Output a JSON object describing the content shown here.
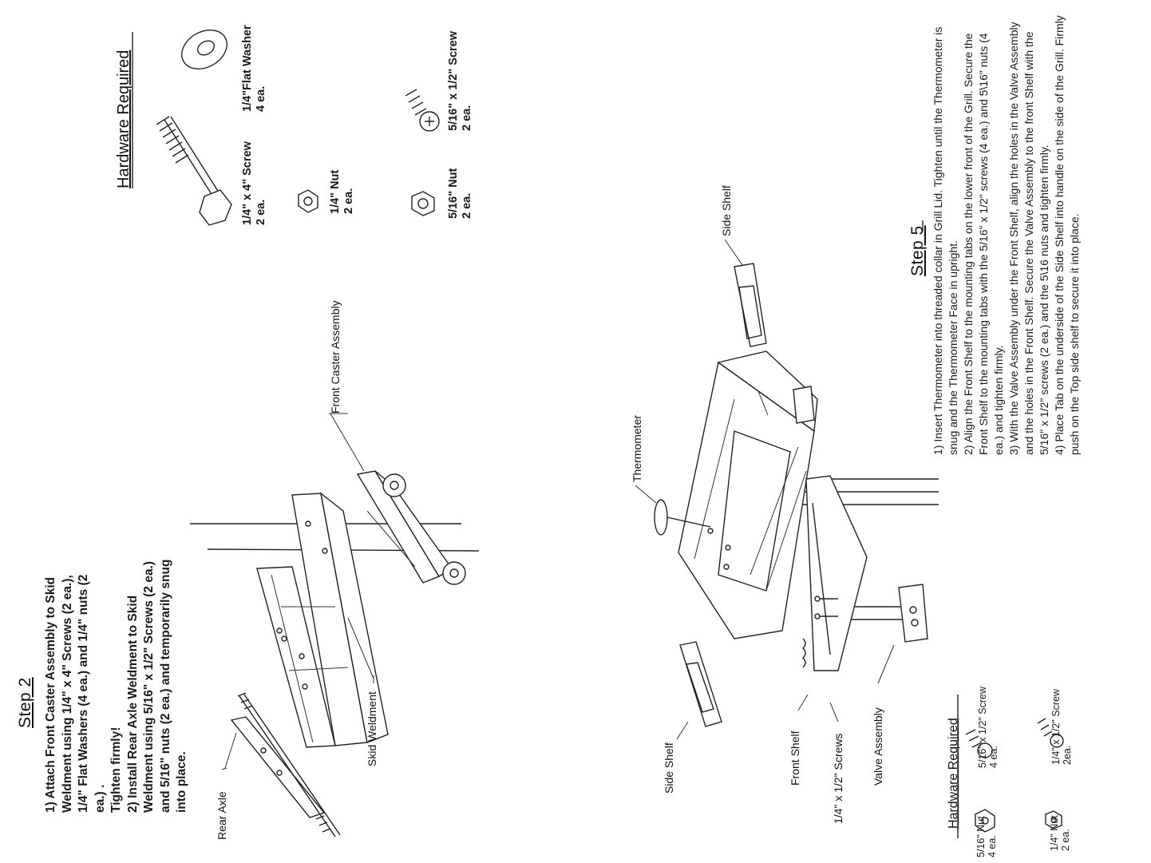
{
  "step2": {
    "title": "Step 2",
    "instructions": [
      "1) Attach Front Caster Assembly to Skid Weldment using 1/4\" x 4\" Screws (2 ea.), 1/4\" Flat Washers (4 ea.) and 1/4\" nuts (2 ea.) .",
      "Tighten firmly!",
      "2) Install Rear Axle Weldment to Skid Weldment using 5/16\" x 1/2\" Screws (2 ea.) and 5/16\" nuts (2 ea.) and temporarily snug into place."
    ],
    "labels": {
      "front_caster": "Front Caster Assembly",
      "skid_weldment": "Skid Weldment",
      "rear_axle": "Rear Axle"
    },
    "hardware": {
      "title": "Hardware Required",
      "items": [
        {
          "name": "1/4\" x 4\" Screw",
          "qty": "2 ea."
        },
        {
          "name": "1/4\"Flat Washer",
          "qty": "4 ea."
        },
        {
          "name": "1/4\" Nut",
          "qty": "2 ea."
        },
        {
          "name": "5/16\" Nut",
          "qty": "2 ea."
        },
        {
          "name": "5/16\" x 1/2\" Screw",
          "qty": "2 ea."
        }
      ]
    }
  },
  "step5": {
    "title": "Step 5",
    "instructions": [
      "1) Insert Thermometer into threaded collar in Grill Lid.  Tighten until the Thermometer is snug and the Thermometer Face in upright.",
      "2) Align the Front Shelf to the mounting tabs on the lower front of the Grill. Secure the Front Shelf to the mounting tabs with the 5/16\" x 1/2\" screws (4 ea.) and 5\\16\" nuts (4 ea.) and tighten firmly.",
      "3) With the Valve Assembly under the Front Shelf, align the holes in the Valve Assembly and the holes in the Front Shelf. Secure the Valve Assembly to the front Shelf with the 5/16\" x 1/2\" screws (2 ea.) and the 5\\16 nuts and tighten firmly.",
      "4) Place Tab on the underside of the Side Shelf into handle on the side of the Grill. Firmly push on the Top side shelf to secure it into place."
    ],
    "labels": {
      "thermometer": "Thermometer",
      "side_shelf_top": "Side Shelf",
      "side_shelf_bottom": "Side Shelf",
      "front_shelf": "Front Shelf",
      "screws": "1/4\" x 1/2\" Screws",
      "valve_assembly": "Valve Assembly"
    },
    "hardware": {
      "title": "Hardware Required",
      "items": [
        {
          "name": "5/16\" Nut",
          "qty": "4 ea."
        },
        {
          "name": "5/16\" x 1/2\" Screw",
          "qty": "4 ea."
        },
        {
          "name": "1/4\" Nut",
          "qty": "2 ea."
        },
        {
          "name": "1/4\" x 1/2\" Screw",
          "qty": "2ea."
        }
      ]
    }
  }
}
